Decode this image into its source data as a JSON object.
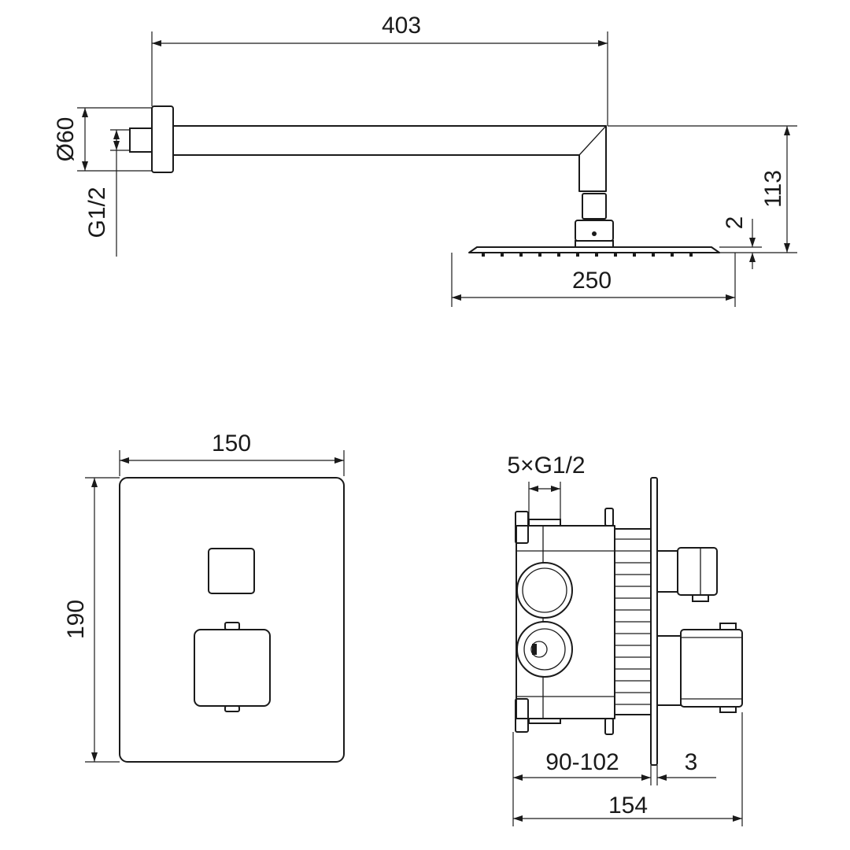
{
  "shower_arm": {
    "length": "403",
    "flange_diameter": "Ø60",
    "thread": "G1/2",
    "drop_height": "113",
    "head_thickness": "2",
    "head_width": "250"
  },
  "faceplate": {
    "width": "150",
    "height": "190"
  },
  "valve_body": {
    "ports": "5×G1/2",
    "install_depth": "90-102",
    "plate_thickness": "3",
    "total_depth": "154"
  }
}
